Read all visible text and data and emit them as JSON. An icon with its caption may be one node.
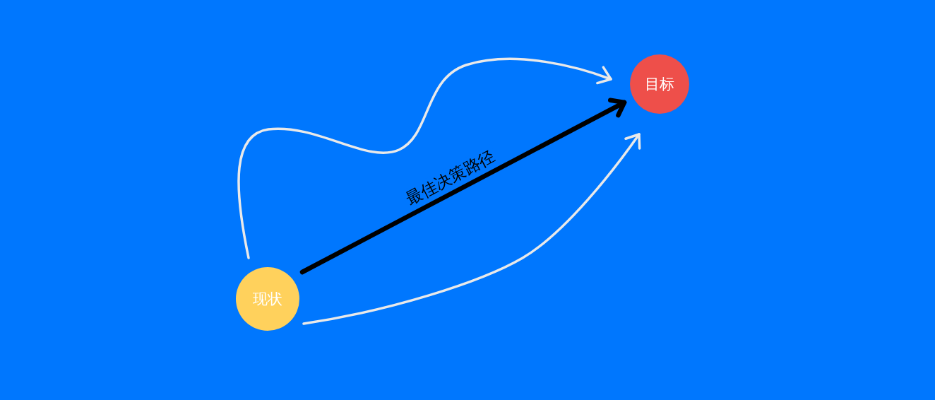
{
  "diagram": {
    "nodes": [
      {
        "text": [
          "现状"
        ]
      },
      {
        "text": [
          "目标"
        ]
      }
    ],
    "edges": [
      {
        "from": 0,
        "to": 1,
        "arrow": "to"
      },
      {
        "from": 0,
        "to": 1,
        "arrow": "to",
        "label": "最佳决策路径",
        "style": "thick",
        "color": "#000000"
      },
      {
        "from": 0,
        "to": 1,
        "arrow": "to"
      }
    ]
  }
}
